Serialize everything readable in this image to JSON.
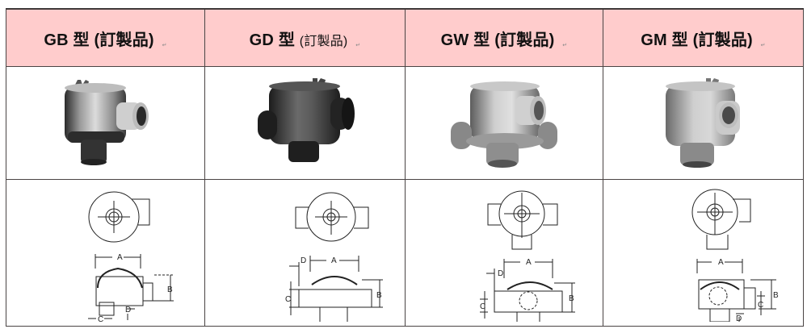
{
  "table": {
    "header_bg": "#ffcccc",
    "border_color": "#4a4444",
    "columns": [
      {
        "model": "GB 型",
        "suffix": "(訂製品)",
        "suffix_style": "bold",
        "mark": "↵",
        "photo": "gb-fitting-photo",
        "top_view": "gb-top-view",
        "section_view": "gb-section-view",
        "dims": {
          "A": "A",
          "B": "B",
          "C": "C",
          "D": "D"
        }
      },
      {
        "model": "GD 型",
        "suffix": "(訂製品)",
        "suffix_style": "light",
        "mark": "↵",
        "photo": "gd-fitting-photo",
        "top_view": "gd-top-view",
        "section_view": "gd-section-view",
        "dims": {
          "A": "A",
          "B": "B",
          "C": "C",
          "D": "D"
        }
      },
      {
        "model": "GW 型",
        "suffix": "(訂製品)",
        "suffix_style": "bold",
        "mark": "↵",
        "photo": "gw-fitting-photo",
        "top_view": "gw-top-view",
        "section_view": "gw-section-view",
        "dims": {
          "A": "A",
          "B": "B",
          "C": "C",
          "D": "D"
        }
      },
      {
        "model": "GM 型",
        "suffix": "(訂製品)",
        "suffix_style": "bold",
        "mark": "↵",
        "photo": "gm-fitting-photo",
        "top_view": "gm-top-view",
        "section_view": "gm-section-view",
        "dims": {
          "A": "A",
          "B": "B",
          "C": "C",
          "D": "D"
        }
      }
    ]
  }
}
